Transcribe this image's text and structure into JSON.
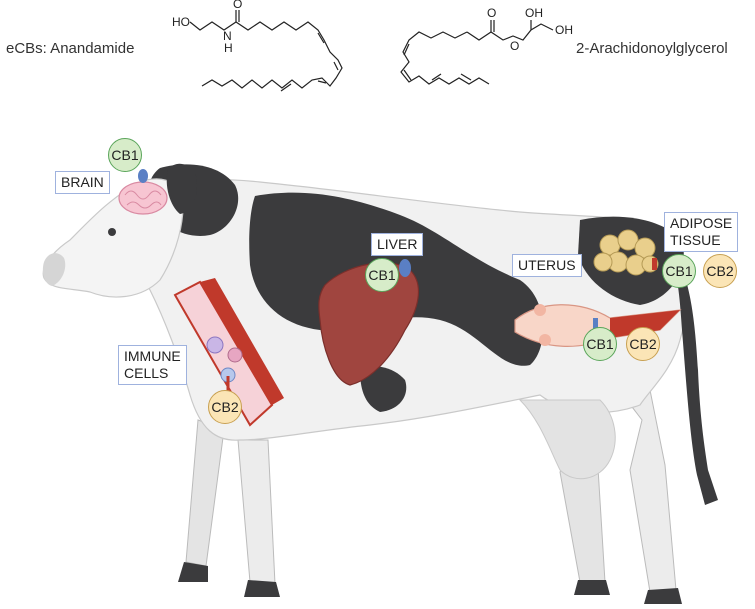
{
  "molecules": {
    "left_label": "eCBs: Anandamide",
    "right_label": "2-Arachidonoylglycerol",
    "anandamide": {
      "atom_ho": "HO",
      "atom_o": "O",
      "atom_n": "N",
      "atom_h": "H"
    },
    "ag2": {
      "atom_o_carbonyl": "O",
      "atom_o_ester": "O",
      "atom_oh_top": "OH",
      "atom_oh_right": "OH"
    }
  },
  "tissues": {
    "brain": {
      "label": "BRAIN",
      "receptors": [
        "CB1"
      ]
    },
    "liver": {
      "label": "LIVER",
      "receptors": [
        "CB1"
      ]
    },
    "uterus": {
      "label": "UTERUS",
      "receptors": [
        "CB1",
        "CB2"
      ]
    },
    "adipose": {
      "label": "ADIPOSE\nTISSUE",
      "receptors": [
        "CB1",
        "CB2"
      ]
    },
    "immune": {
      "label": "IMMUNE\nCELLS",
      "receptors": [
        "CB2"
      ]
    }
  },
  "colors": {
    "cb1_fill": "#d7ecc9",
    "cb1_border": "#5aa55a",
    "cb2_fill": "#fbe5b6",
    "cb2_border": "#c8a051",
    "label_border": "#9fb2de",
    "cow_black": "#3b3b3d",
    "cow_white": "#f1f1f1",
    "receptor_blue": "#5a7fc4",
    "receptor_red": "#c0392b"
  }
}
